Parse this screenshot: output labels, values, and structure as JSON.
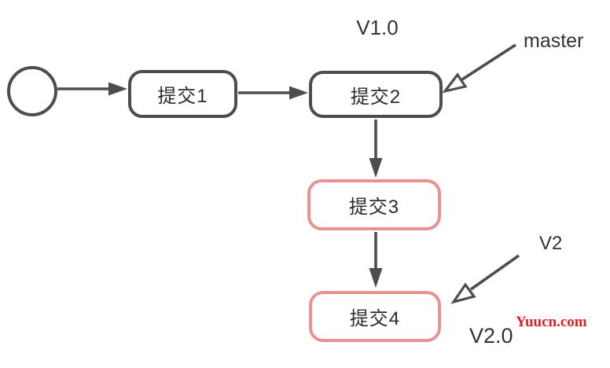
{
  "diagram": {
    "nodes": [
      {
        "id": "start",
        "label": ""
      },
      {
        "id": "commit1",
        "label": "提交1"
      },
      {
        "id": "commit2",
        "label": "提交2"
      },
      {
        "id": "commit3",
        "label": "提交3"
      },
      {
        "id": "commit4",
        "label": "提交4"
      }
    ],
    "tags": {
      "v1_label": "V1.0",
      "master_label": "master",
      "v2_label": "V2",
      "v2_0_label": "V2.0"
    },
    "watermark": {
      "text": "Yuucn.com",
      "color": "#dc2127"
    },
    "colors": {
      "node_stroke_gray": "#4d4d4d",
      "node_stroke_pink": "#e89391",
      "arrow_gray": "#4d4d4d",
      "label_text": "#2b2b2b",
      "background": "#ffffff"
    }
  }
}
